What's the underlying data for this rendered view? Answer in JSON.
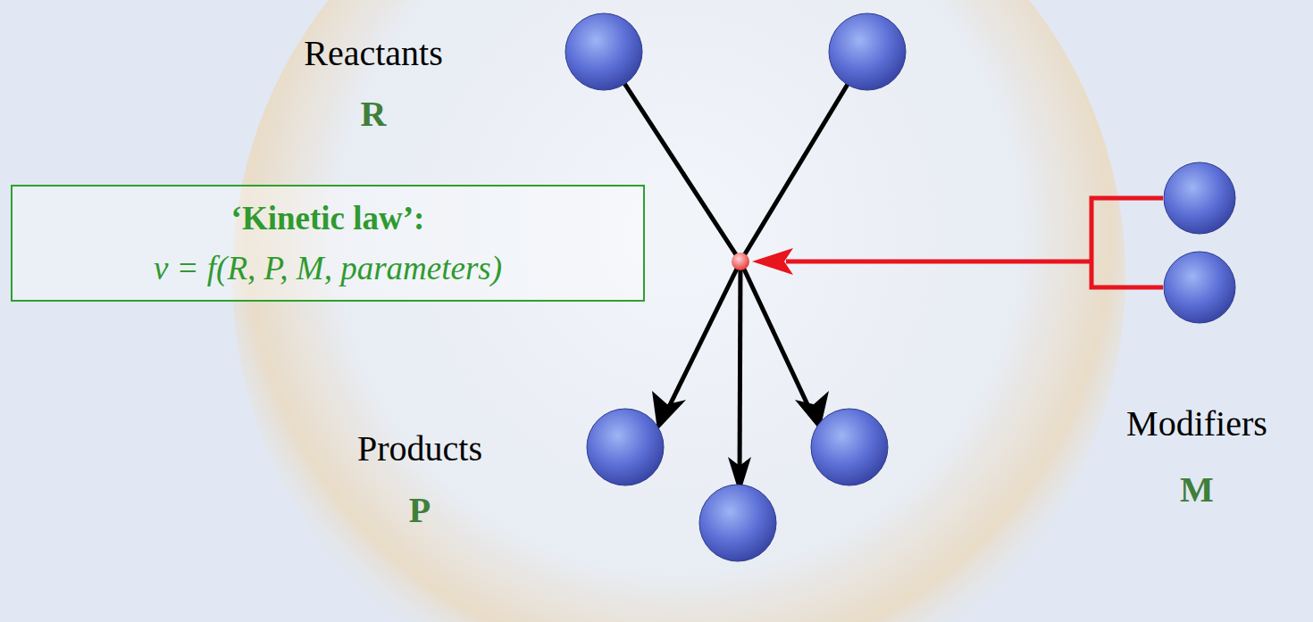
{
  "diagram": {
    "nodes": [
      {
        "text": [
          "‘Kinetic law’:",
          "v = f(R, P, M, parameters)"
        ]
      }
    ],
    "labels": [
      "Reactants",
      "R",
      "Products",
      "P",
      "Modifiers",
      "M"
    ]
  }
}
